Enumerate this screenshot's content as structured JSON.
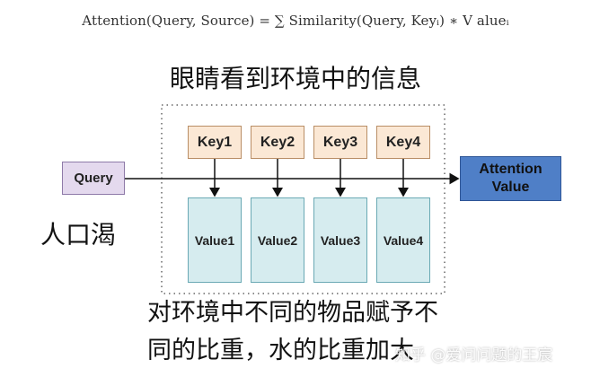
{
  "formula": "Attention(Query, Source) = ∑ Similarity(Query, Keyᵢ) ∗ V alueᵢ",
  "heading": "眼睛看到环境中的信息",
  "query_label": "Query",
  "attention_label": "Attention Value",
  "keys": [
    "Key1",
    "Key2",
    "Key3",
    "Key4"
  ],
  "values": [
    "Value1",
    "Value2",
    "Value3",
    "Value4"
  ],
  "side_text": "人口渴",
  "bottom_text_line1": "对环境中不同的物品赋予不",
  "bottom_text_line2": "同的比重，水的比重加大",
  "watermark": "知乎 @爱问问题的王宸",
  "colors": {
    "query_fill": "#e4d9ee",
    "key_fill": "#fbe8d5",
    "value_fill": "#d6ecef",
    "attention_fill": "#4f7fc7"
  }
}
